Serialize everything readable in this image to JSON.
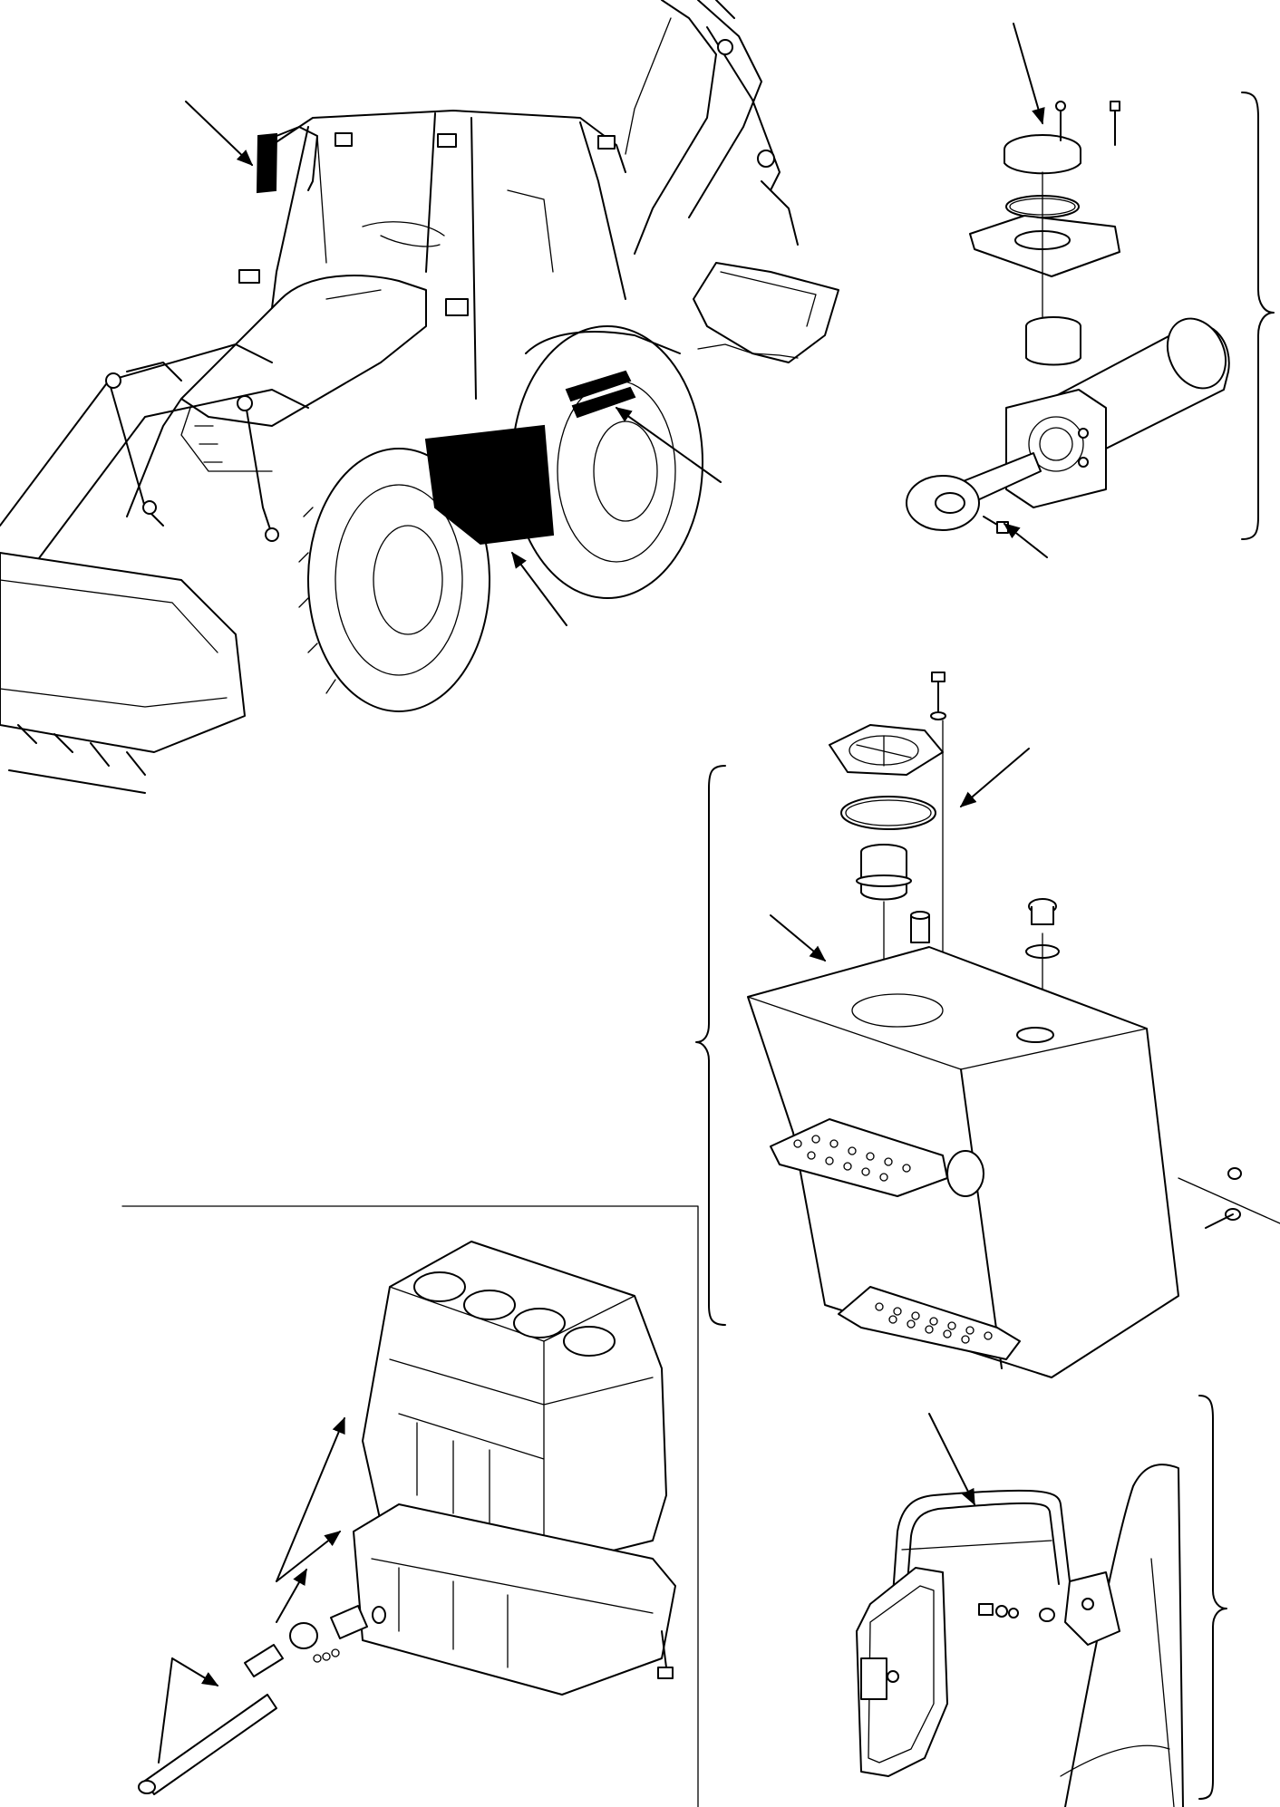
{
  "figure": {
    "type": "exploded parts illustration",
    "panels": [
      {
        "id": "backhoe-loader",
        "callout_arrows": 4
      },
      {
        "id": "steering-cylinder",
        "callout_arrows": 2,
        "bracket": "right"
      },
      {
        "id": "fuel-tank",
        "callout_arrows": 2,
        "bracket": "left"
      },
      {
        "id": "engine-block",
        "callout_arrows": 4,
        "frame": true
      },
      {
        "id": "mirror-assembly",
        "callout_arrows": 1,
        "bracket": "right"
      }
    ],
    "highlight_color": "#000000",
    "line_color": "#000000",
    "background": "#ffffff"
  }
}
